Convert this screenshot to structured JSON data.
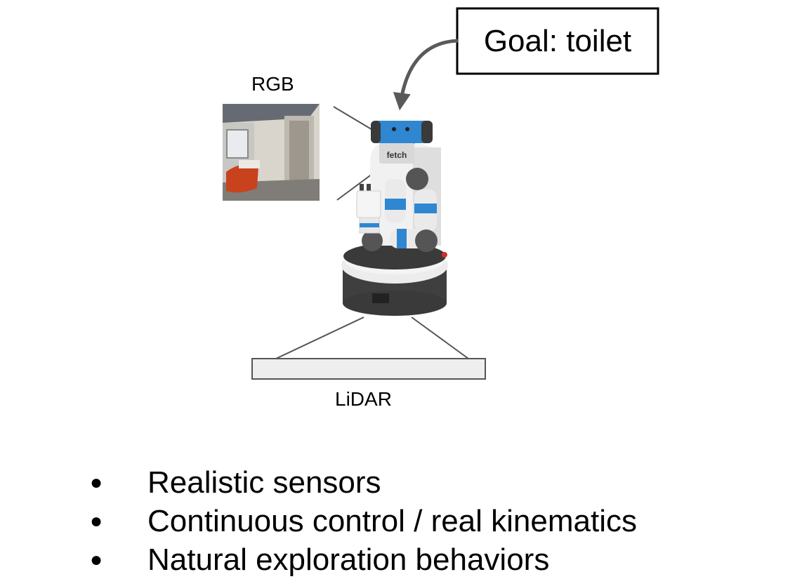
{
  "goal": {
    "text": "Goal: toilet"
  },
  "sensors": {
    "rgb_label": "RGB",
    "lidar_label": "LiDAR"
  },
  "robot": {
    "brand_text": "fetch"
  },
  "bullets": [
    "Realistic sensors",
    "Continuous control / real kinematics",
    "Natural exploration behaviors"
  ],
  "colors": {
    "accent_blue": "#2f86d1",
    "robot_dark": "#3f3f3f",
    "robot_white": "#eeeeee",
    "line": "#555555"
  }
}
